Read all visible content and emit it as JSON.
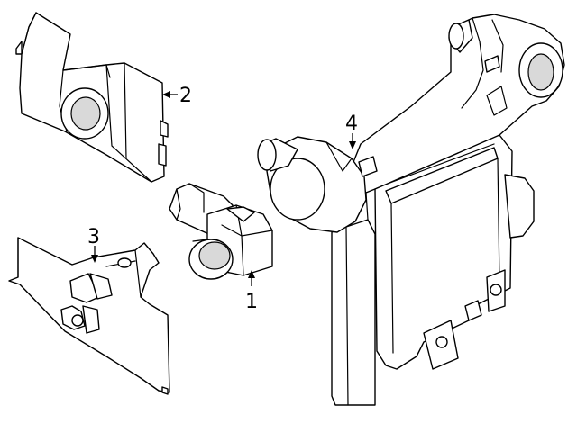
{
  "callouts": {
    "c1": "1",
    "c2": "2",
    "c3": "3",
    "c4": "4"
  },
  "colors": {
    "line": "#000000",
    "fill": "#ffffff",
    "shade": "#d9d9d9"
  }
}
